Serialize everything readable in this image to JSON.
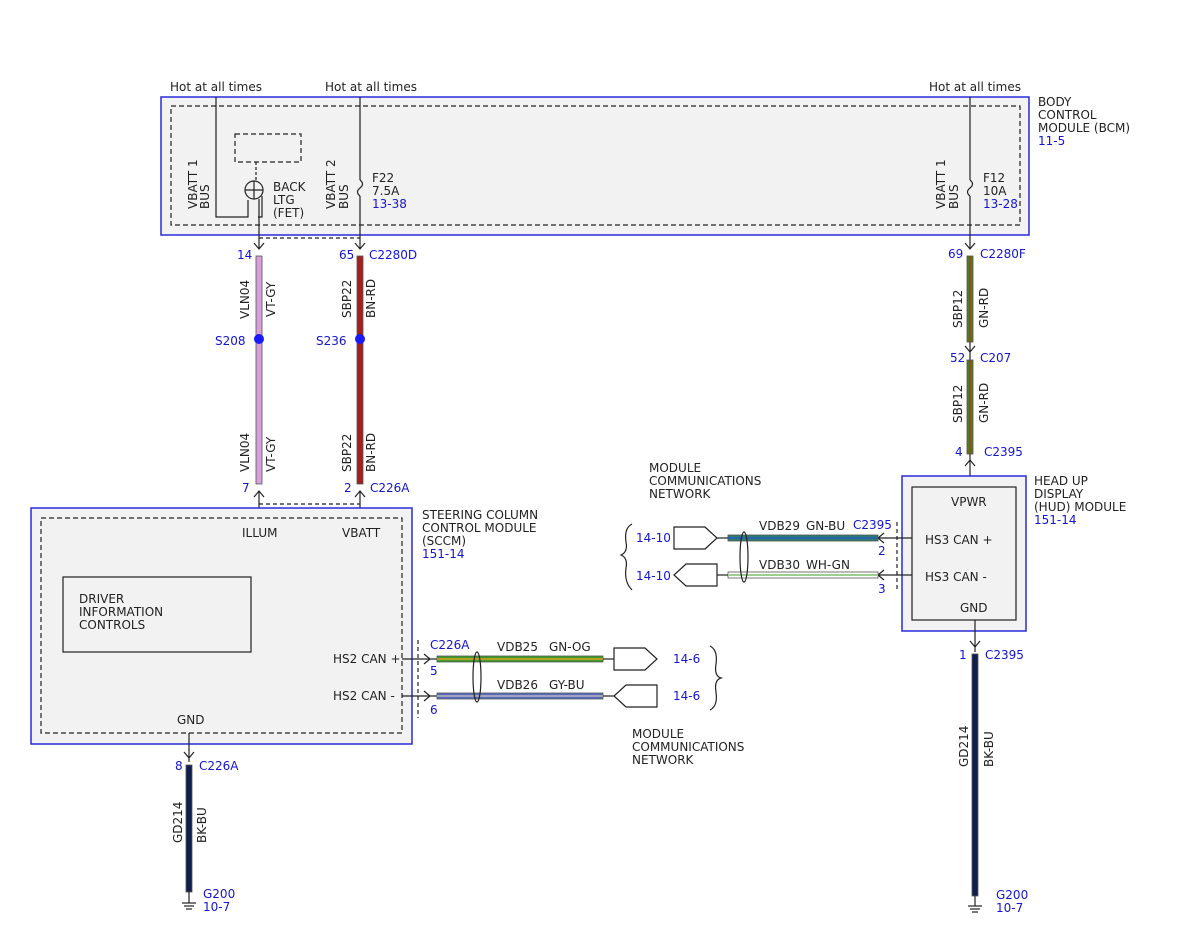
{
  "hot_labels": {
    "left": "Hot at all times",
    "mid": "Hot at all times",
    "right": "Hot at all times"
  },
  "bcm": {
    "name_lines": [
      "BODY",
      "CONTROL",
      "MODULE (BCM)"
    ],
    "ref": "11-5"
  },
  "bcm_left": {
    "bus_lines": [
      "VBATT 1",
      "BUS"
    ],
    "fet_lines": [
      "BACK",
      "LTG",
      "(FET)"
    ]
  },
  "bcm_mid": {
    "bus_lines": [
      "VBATT 2",
      "BUS"
    ],
    "fuse": "F22",
    "amps": "7.5A",
    "ref": "13-38"
  },
  "bcm_right": {
    "bus_lines": [
      "VBATT 1",
      "BUS"
    ],
    "fuse": "F12",
    "amps": "10A",
    "ref": "13-28"
  },
  "left_top": {
    "pin1": "14",
    "pin2": "65",
    "connector": "C2280D"
  },
  "wire_vln04_a": {
    "circuit": "VLN04",
    "color": "VT-GY"
  },
  "wire_sbp22_a": {
    "circuit": "SBP22",
    "color": "BN-RD"
  },
  "wire_vln04_b": {
    "circuit": "VLN04",
    "color": "VT-GY"
  },
  "wire_sbp22_b": {
    "circuit": "SBP22",
    "color": "BN-RD"
  },
  "splices": {
    "s208": "S208",
    "s236": "S236"
  },
  "sccm_conn": {
    "pin1": "7",
    "pin2": "2",
    "connector": "C226A"
  },
  "sccm": {
    "name_lines": [
      "STEERING COLUMN",
      "CONTROL MODULE",
      "(SCCM)"
    ],
    "ref": "151-14",
    "illum": "ILLUM",
    "vbatt": "VBATT",
    "gnd": "GND",
    "dic_lines": [
      "DRIVER",
      "INFORMATION",
      "CONTROLS"
    ],
    "hs2p": "HS2 CAN +",
    "hs2m": "HS2 CAN -"
  },
  "sccm_can": {
    "connector": "C226A",
    "pin_p": "5",
    "pin_m": "6",
    "wire_p": {
      "circuit": "VDB25",
      "color": "GN-OG"
    },
    "wire_m": {
      "circuit": "VDB26",
      "color": "GY-BU"
    },
    "ref_p": "14-6",
    "ref_m": "14-6",
    "network_lines": [
      "MODULE",
      "COMMUNICATIONS",
      "NETWORK"
    ]
  },
  "sccm_gnd": {
    "pin": "8",
    "connector": "C226A",
    "wire": {
      "circuit": "GD214",
      "color": "BK-BU"
    },
    "ground": "G200",
    "ref": "10-7"
  },
  "right_chain": {
    "c1": {
      "pin": "69",
      "connector": "C2280F"
    },
    "w1": {
      "circuit": "SBP12",
      "color": "GN-RD"
    },
    "c2": {
      "pin": "52",
      "connector": "C207"
    },
    "w2": {
      "circuit": "SBP12",
      "color": "GN-RD"
    },
    "c3": {
      "pin": "4",
      "connector": "C2395"
    }
  },
  "hud": {
    "name_lines": [
      "HEAD UP",
      "DISPLAY",
      "(HUD) MODULE"
    ],
    "ref": "151-14",
    "vpwr": "VPWR",
    "hs3p": "HS3 CAN +",
    "hs3m": "HS3 CAN -",
    "gnd": "GND"
  },
  "hud_can": {
    "connector": "C2395",
    "pin_p": "2",
    "pin_m": "3",
    "wire_p": {
      "circuit": "VDB29",
      "color": "GN-BU"
    },
    "wire_m": {
      "circuit": "VDB30",
      "color": "WH-GN"
    },
    "ref_p": "14-10",
    "ref_m": "14-10",
    "network_lines": [
      "MODULE",
      "COMMUNICATIONS",
      "NETWORK"
    ]
  },
  "hud_gnd": {
    "pin": "1",
    "connector": "C2395",
    "wire": {
      "circuit": "GD214",
      "color": "BK-BU"
    },
    "ground": "G200",
    "ref": "10-7"
  },
  "colors": {
    "module_border": "#2b2bd9",
    "module_fill": "#f2f2f2",
    "ref_text": "#1414d2",
    "vt_gy": "#d9a0dc",
    "bn_rd": "#a3201d",
    "gn_rd": "#4f7a1e",
    "bk_bu": "#101e4e",
    "gn_og": "#3e9d2a",
    "gy_bu": "#5a6bbd",
    "gn_bu": "#2a7d6a",
    "wh_gn": "#9ccf8f",
    "splice": "#1a1aff"
  }
}
